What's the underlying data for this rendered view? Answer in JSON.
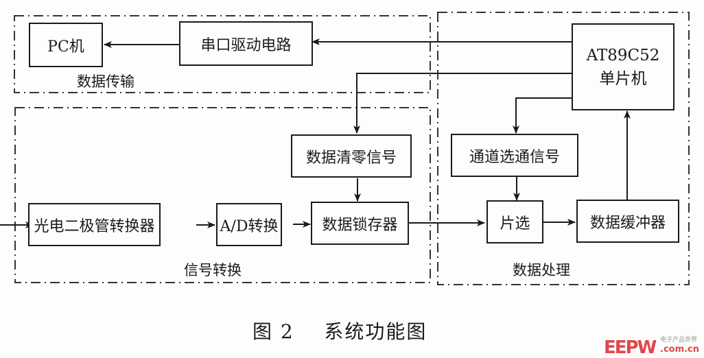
{
  "diagram": {
    "regions": {
      "data_transmission": "数据传输",
      "signal_conversion": "信号转换",
      "data_processing": "数据处理"
    },
    "blocks": {
      "pc": "PC机",
      "serial_driver": "串口驱动电路",
      "mcu_line1": "AT89C52",
      "mcu_line2": "单片机",
      "clear_signal": "数据清零信号",
      "channel_select_signal": "通道选通信号",
      "photodiode_converter": "光电二极管转换器",
      "ad_converter": "A/D转换",
      "data_latch": "数据锁存器",
      "chip_select": "片选",
      "data_buffer": "数据缓冲器"
    },
    "edges": [
      {
        "from": "serial_driver",
        "to": "pc"
      },
      {
        "from": "mcu",
        "to": "serial_driver"
      },
      {
        "from": "mcu",
        "to": "clear_signal"
      },
      {
        "from": "mcu",
        "to": "channel_select_signal"
      },
      {
        "from": "input",
        "to": "photodiode_converter"
      },
      {
        "from": "photodiode_converter",
        "to": "ad_converter"
      },
      {
        "from": "ad_converter",
        "to": "data_latch"
      },
      {
        "from": "clear_signal",
        "to": "data_latch"
      },
      {
        "from": "data_latch",
        "to": "chip_select"
      },
      {
        "from": "channel_select_signal",
        "to": "chip_select"
      },
      {
        "from": "chip_select",
        "to": "data_buffer"
      },
      {
        "from": "data_buffer",
        "to": "mcu"
      }
    ]
  },
  "caption": "图 2    系统功能图",
  "watermark": {
    "logo_text": "EEPW",
    "subtitle": "电子产品世界",
    "domain": ".com.cn"
  }
}
